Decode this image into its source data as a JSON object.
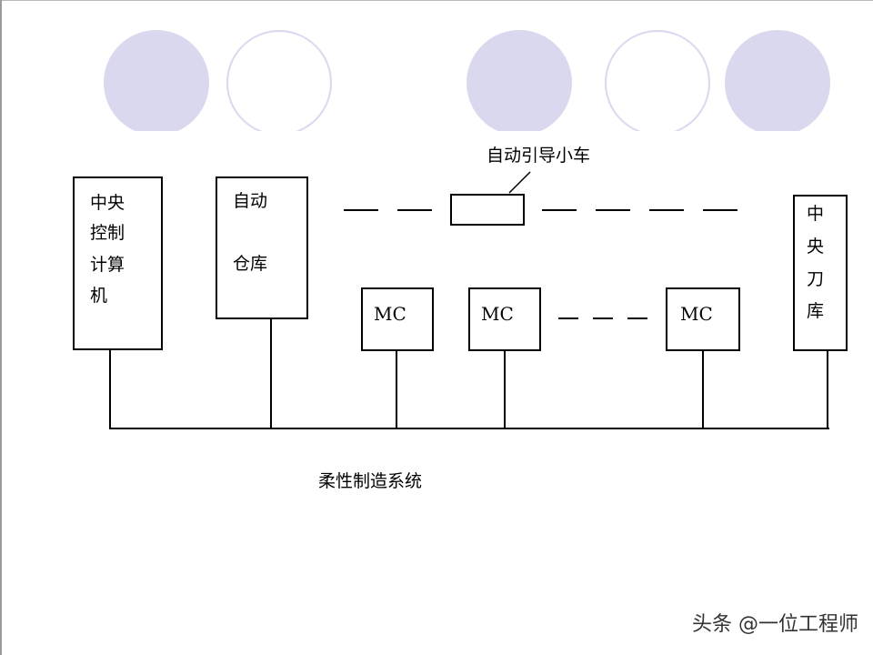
{
  "diagram": {
    "agv_label": "自动引导小车",
    "central_computer": [
      "中央",
      "控制",
      "计算",
      "机"
    ],
    "auto_warehouse": [
      "自动",
      "仓库"
    ],
    "machine_label": "MC",
    "tool_magazine": [
      "中",
      "央",
      "刀",
      "库"
    ],
    "caption": "柔性制造系统"
  },
  "watermark": "头条 @一位工程师",
  "colors": {
    "circle_fill": "#d9d8ee",
    "line": "#000000",
    "background": "#ffffff"
  }
}
